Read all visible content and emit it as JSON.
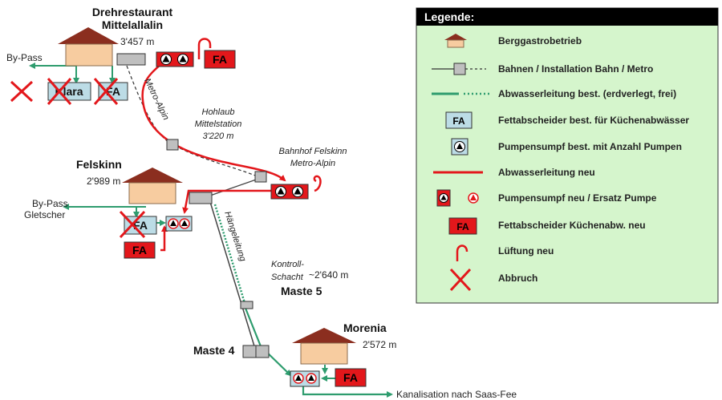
{
  "stations": {
    "mittelallalin": {
      "name_line1": "Drehrestaurant",
      "name_line2": "Mittelallalin",
      "elevation": "3'457 m"
    },
    "felskinn": {
      "name": "Felskinn",
      "elevation": "2'989 m"
    },
    "morenia": {
      "name": "Morenia",
      "elevation": "2'572 m"
    }
  },
  "labels": {
    "bypass_top": "By-Pass",
    "bypass_mid_line1": "By-Pass",
    "bypass_mid_line2": "Gletscher",
    "metro_alpin": "Metro-Alpin",
    "hohlaub_line1": "Hohlaub",
    "hohlaub_line2": "Mittelstation",
    "hohlaub_line3": "3'220 m",
    "bahnhof_line1": "Bahnhof Felskinn",
    "bahnhof_line2": "Metro-Alpin",
    "haengeleitung": "Hängeleitung",
    "kontroll_line1": "Kontroll-",
    "kontroll_line2": "Schacht",
    "kontroll_elev": "~2'640 m",
    "maste5": "Maste 5",
    "maste4": "Maste 4",
    "kanalisation": "Kanalisation nach Saas-Fee",
    "klara": "Klara",
    "fa": "FA"
  },
  "legend": {
    "title": "Legende:",
    "items": [
      {
        "icon": "restaurant-icon",
        "label": "Berggastrobetrieb"
      },
      {
        "icon": "railway-icon",
        "label": "Bahnen / Installation Bahn / Metro"
      },
      {
        "icon": "sewer-existing-icon",
        "label": "Abwasserleitung best. (erdverlegt, frei)"
      },
      {
        "icon": "grease-trap-existing-icon",
        "label": "Fettabscheider best. für Küchenabwässer"
      },
      {
        "icon": "pump-sump-existing-icon",
        "label": "Pumpensumpf best. mit Anzahl Pumpen"
      },
      {
        "icon": "sewer-new-icon",
        "label": "Abwasserleitung neu"
      },
      {
        "icon": "pump-sump-new-icon",
        "label": "Pumpensumpf neu / Ersatz Pumpe"
      },
      {
        "icon": "grease-trap-new-icon",
        "label": "Fettabscheider Küchenabw. neu"
      },
      {
        "icon": "ventilation-icon",
        "label": "Lüftung neu"
      },
      {
        "icon": "demolition-icon",
        "label": "Abbruch"
      }
    ]
  },
  "colors": {
    "red": "#e3171b",
    "green": "#2e9c6e",
    "legend_bg": "#d5f5cc",
    "legend_header": "#000000",
    "house_roof": "#8b2e1f",
    "house_body": "#f7ccA0",
    "fa_existing": "#bcdce6",
    "station_box": "#bfbfbf"
  }
}
